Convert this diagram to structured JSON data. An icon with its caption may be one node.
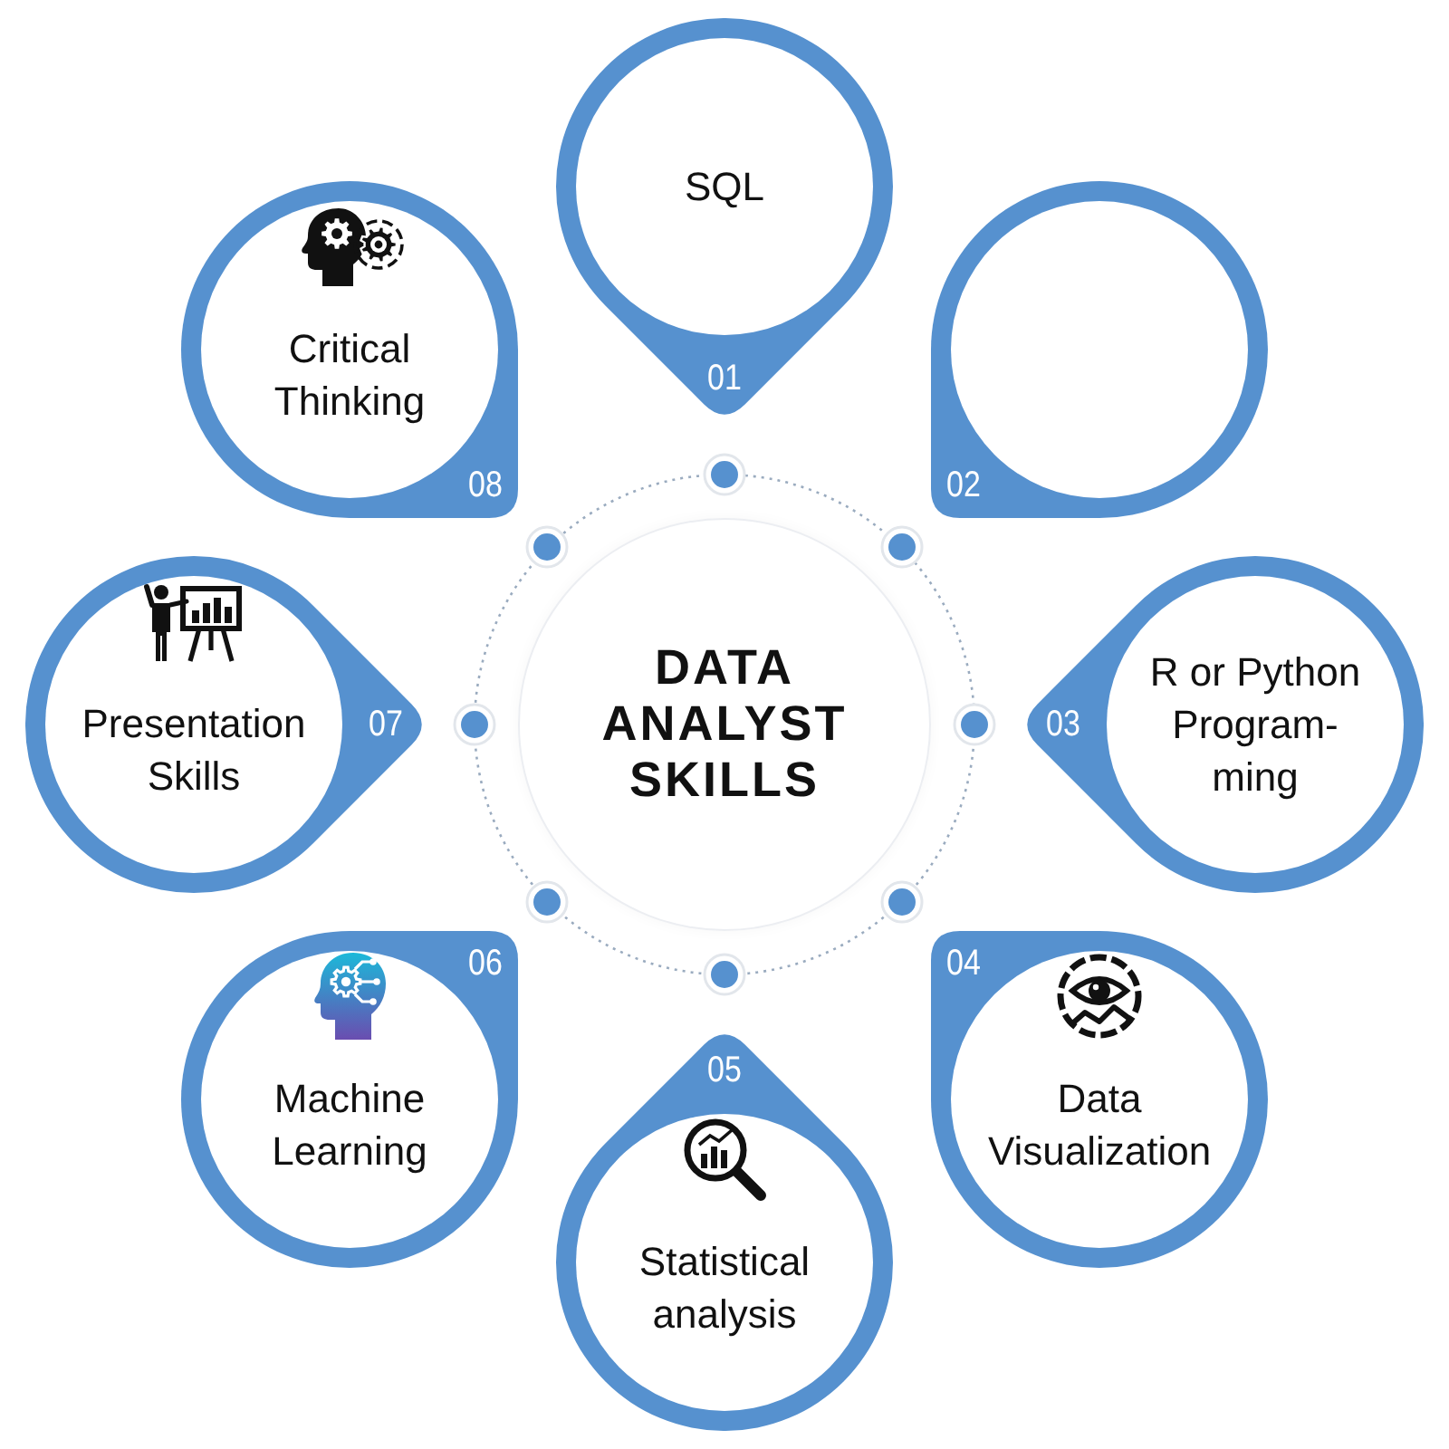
{
  "diagram": {
    "nodes": [
      {
        "text": [
          "DATA ANALYST SKILLS"
        ]
      },
      {
        "text": [
          "SQL",
          "01"
        ]
      },
      {
        "text": [
          "02"
        ]
      },
      {
        "text": [
          "03",
          "R or Python Program- ming"
        ]
      },
      {
        "text": [
          "04",
          "Data Visualization"
        ]
      },
      {
        "text": [
          "05",
          "Statistical analysis"
        ]
      },
      {
        "text": [
          "06",
          "Machine Learning"
        ]
      },
      {
        "text": [
          "Presentation Skills",
          "07"
        ]
      },
      {
        "text": [
          "Critical Thinking",
          "08"
        ]
      }
    ]
  }
}
